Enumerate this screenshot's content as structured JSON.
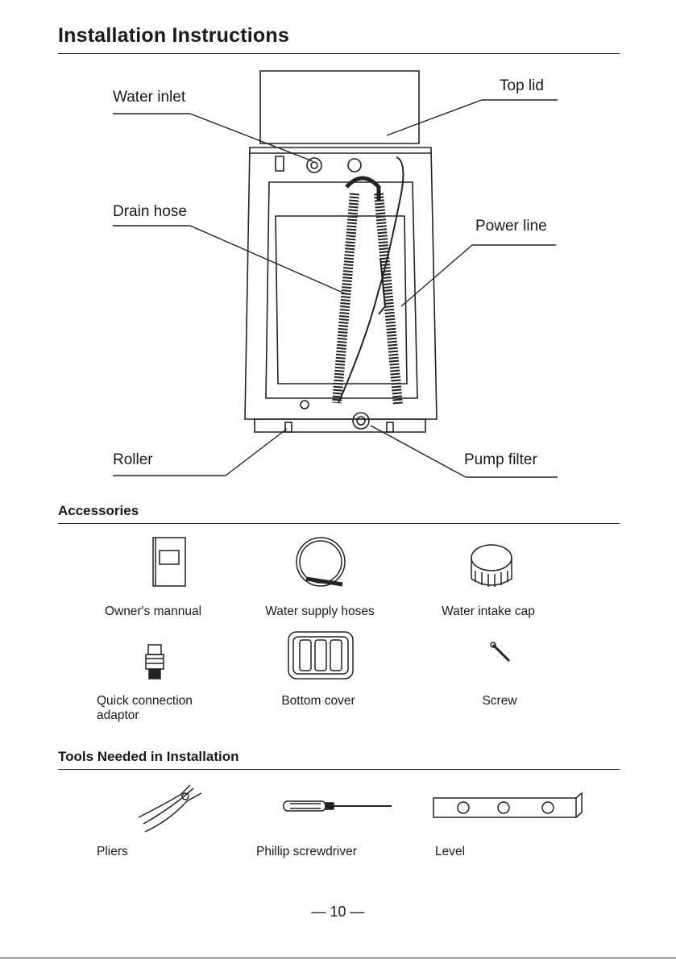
{
  "page": {
    "title": "Installation Instructions",
    "page_number": "— 10 —"
  },
  "diagram": {
    "labels": {
      "water_inlet": "Water inlet",
      "top_lid": "Top lid",
      "drain_hose": "Drain hose",
      "power_line": "Power line",
      "roller": "Roller",
      "pump_filter": "Pump filter"
    }
  },
  "accessories": {
    "heading": "Accessories",
    "items": {
      "owners_manual": "Owner's mannual",
      "water_supply_hoses": "Water supply hoses",
      "water_intake_cap": "Water intake cap",
      "quick_connection_adaptor_line1": "Quick connection",
      "quick_connection_adaptor_line2": "adaptor",
      "bottom_cover": "Bottom cover",
      "screw": "Screw"
    }
  },
  "tools": {
    "heading": "Tools Needed in Installation",
    "items": {
      "pliers": "Pliers",
      "phillip_screwdriver": "Phillip screwdriver",
      "level": "Level"
    }
  }
}
